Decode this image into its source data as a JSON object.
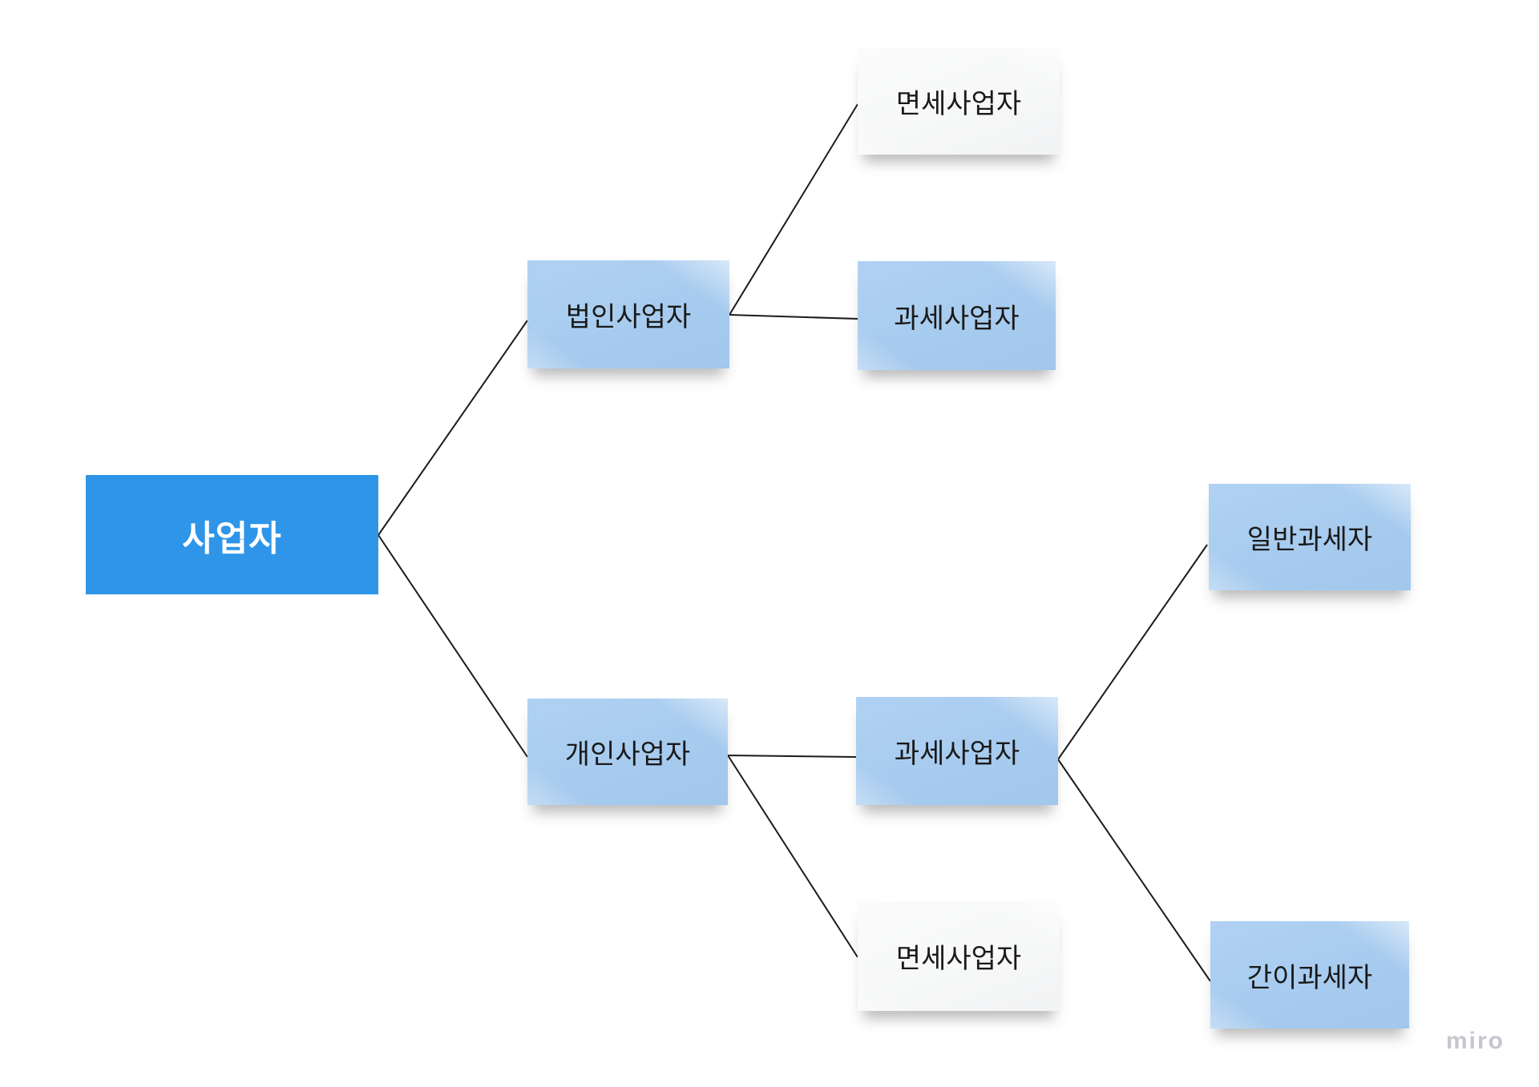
{
  "board": {
    "background": "#ffffff",
    "watermark": "miro"
  },
  "colors": {
    "root_fill": "#2e95e8",
    "root_text": "#ffffff",
    "sticky_blue": "#a8ccef",
    "sticky_white": "#f8f9f9",
    "sticky_text": "#1a1a1a",
    "connector_line": "#1b1b1b",
    "watermark_text": "#c5c6ce"
  },
  "nodes": {
    "root": {
      "label": "사업자",
      "shape": "rectangle",
      "color": "blue-solid"
    },
    "corporate": {
      "label": "법인사업자",
      "shape": "sticky-note",
      "color": "light-blue"
    },
    "individual": {
      "label": "개인사업자",
      "shape": "sticky-note",
      "color": "light-blue"
    },
    "exempt_top": {
      "label": "면세사업자",
      "shape": "sticky-note",
      "color": "white"
    },
    "taxable_top": {
      "label": "과세사업자",
      "shape": "sticky-note",
      "color": "light-blue"
    },
    "taxable_bottom": {
      "label": "과세사업자",
      "shape": "sticky-note",
      "color": "light-blue"
    },
    "exempt_bottom": {
      "label": "면세사업자",
      "shape": "sticky-note",
      "color": "white"
    },
    "general": {
      "label": "일반과세자",
      "shape": "sticky-note",
      "color": "light-blue"
    },
    "simplified": {
      "label": "간이과세자",
      "shape": "sticky-note",
      "color": "light-blue"
    }
  },
  "edges": [
    {
      "from": "root",
      "to": "corporate"
    },
    {
      "from": "root",
      "to": "individual"
    },
    {
      "from": "corporate",
      "to": "exempt_top"
    },
    {
      "from": "corporate",
      "to": "taxable_top"
    },
    {
      "from": "individual",
      "to": "taxable_bottom"
    },
    {
      "from": "individual",
      "to": "exempt_bottom"
    },
    {
      "from": "taxable_bottom",
      "to": "general"
    },
    {
      "from": "taxable_bottom",
      "to": "simplified"
    }
  ]
}
